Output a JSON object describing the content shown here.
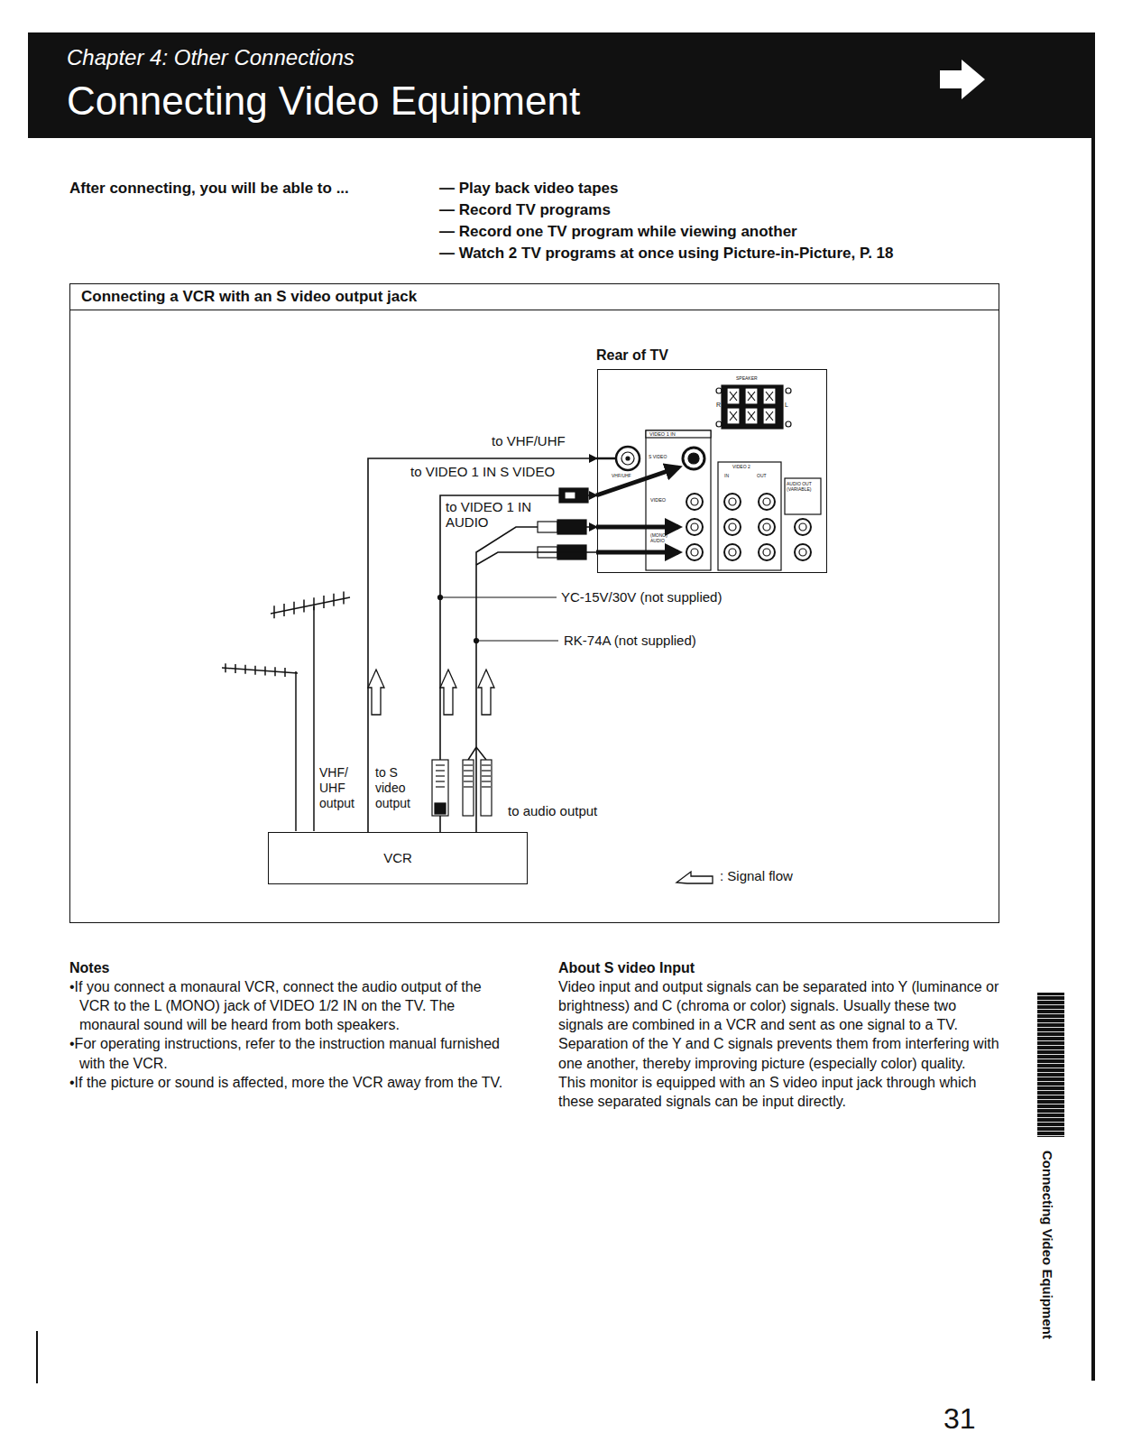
{
  "diagram": {
    "title": "Connecting Video Equipment",
    "nodes": [
      {
        "text": [
          "Connecting a VCR with an S video output jack"
        ]
      },
      {
        "text": [
          "Rear of TV"
        ],
        "in": 0
      },
      {
        "text": [
          "VCR"
        ],
        "in": 0
      }
    ],
    "edges": [
      {
        "from": 2,
        "to": 1,
        "arrow": "to"
      },
      {
        "from": 2,
        "to": 1,
        "arrow": "to"
      },
      {
        "from": 2,
        "to": 1,
        "arrow": "to"
      }
    ],
    "labels": [
      "Chapter 4: Other Connections",
      "After connecting, you will be able to ...",
      "— Play back video tapes",
      "— Record TV programs",
      "— Record one TV program while viewing another",
      "— Watch 2 TV programs at once using Picture-in-Picture, P. 18",
      "SPEAKER",
      "R",
      "L",
      "VIDEO 1 IN",
      "S VIDEO",
      "VHF/UHF",
      "VIDEO",
      "(MONO) AUDIO",
      "VIDEO 2",
      "IN",
      "OUT",
      "AUDIO OUT (VARIABLE)",
      "to VHF/UHF",
      "to VIDEO 1 IN S VIDEO",
      "to VIDEO 1 IN AUDIO",
      "YC-15V/30V (not supplied)",
      "RK-74A (not supplied)",
      "VHF/ UHF output",
      "to S video output",
      "to audio output",
      "Notes",
      "•If you connect a monaural VCR, connect the audio output of the VCR to the L (MONO) jack of VIDEO 1/2 IN on the TV. The monaural sound will be heard from both speakers.",
      "•For operating instructions, refer to the instruction manual furnished with the VCR.",
      "•If the picture or sound is affected, more the VCR away from the TV.",
      "About S video Input",
      "Video input and output signals can be separated into Y (luminance or brightness) and C (chroma or color) signals. Usually these two signals are combined in a VCR and sent as one signal to a TV. Separation of the Y and C signals prevents them from interfering with one another, thereby improving picture (especially color) quality.",
      "This monitor is equipped with an S video input jack through which these separated signals can be input directly.",
      "Connecting Video Equipment",
      "31"
    ],
    "legend": [
      {
        "text": ": Signal flow"
      }
    ]
  }
}
